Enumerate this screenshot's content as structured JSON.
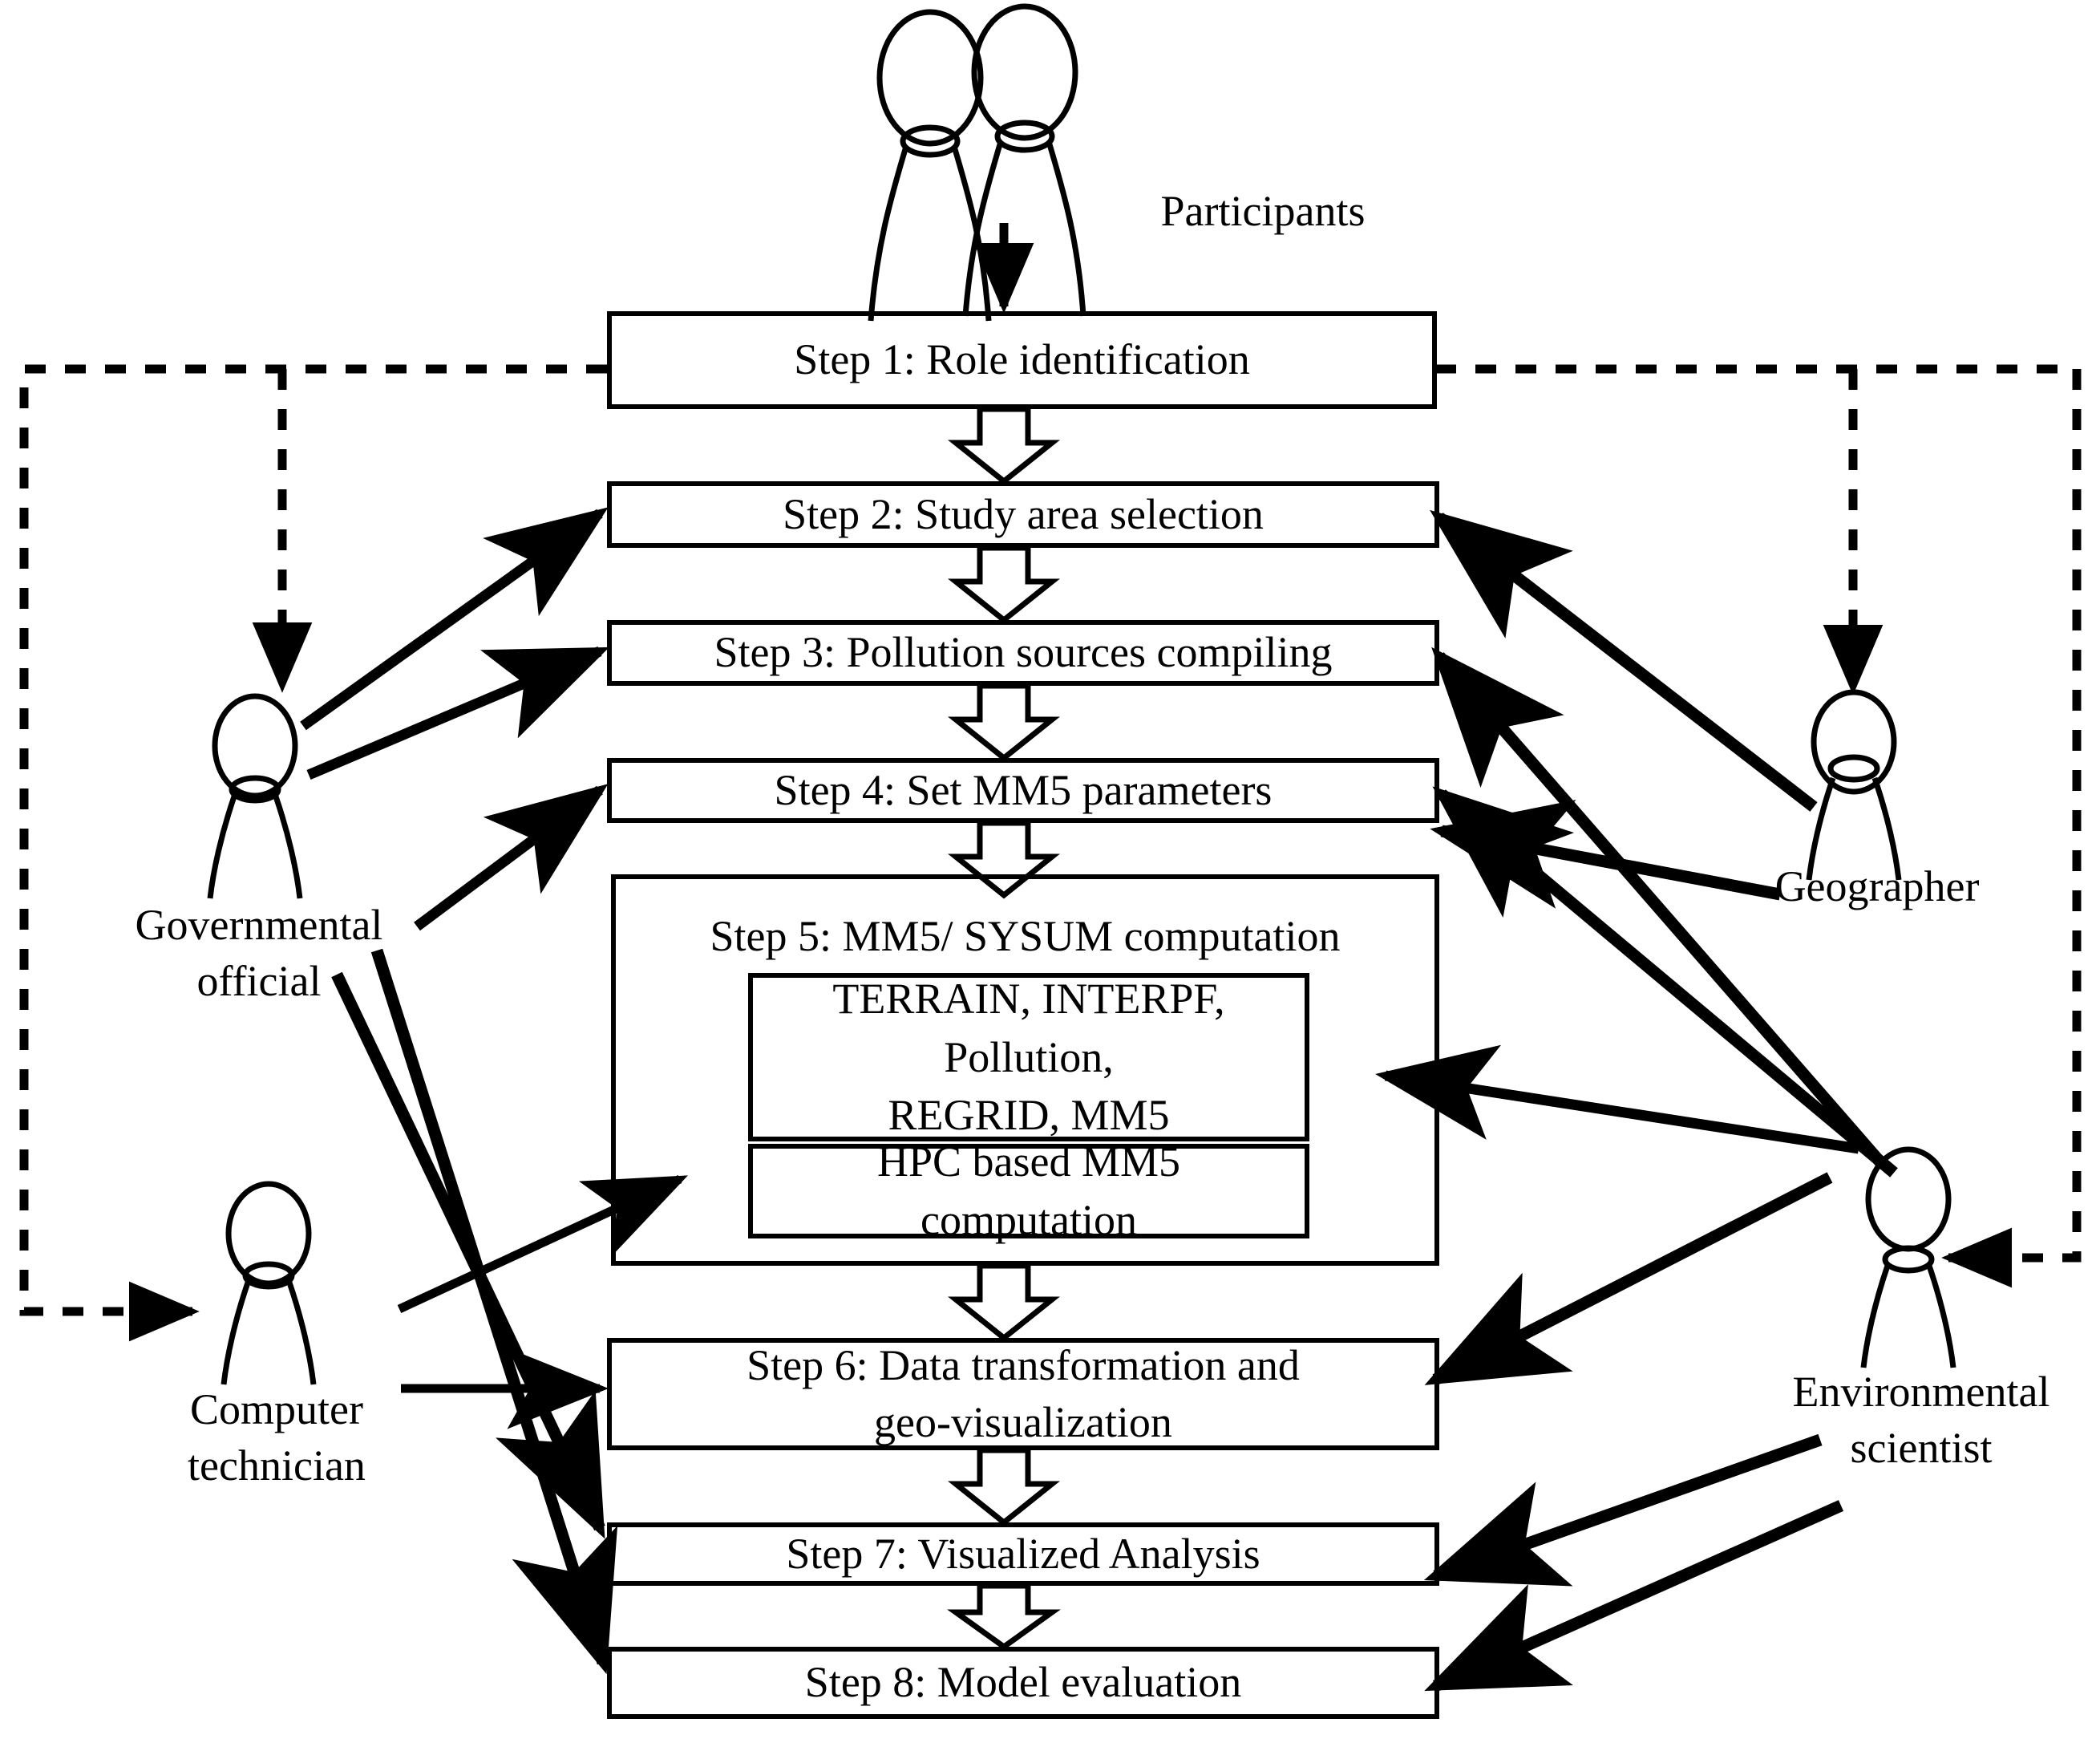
{
  "diagram": {
    "title": "Collaborative MM5/SYSUM air pollution modeling workflow",
    "stroke_color": "#000000",
    "background_color": "#ffffff"
  },
  "steps": [
    {
      "id": "step1",
      "label": "Step 1: Role identification"
    },
    {
      "id": "step2",
      "label": "Step 2: Study area selection"
    },
    {
      "id": "step3",
      "label": "Step 3: Pollution sources compiling"
    },
    {
      "id": "step4",
      "label": "Step 4: Set MM5 parameters"
    },
    {
      "id": "step5",
      "label": "Step 5: MM5/ SYSUM computation"
    },
    {
      "id": "step6",
      "label": "Step 6: Data transformation and geo-visualization"
    },
    {
      "id": "step7",
      "label": "Step 7: Visualized Analysis"
    },
    {
      "id": "step8",
      "label": "Step 8: Model evaluation"
    }
  ],
  "step6_lines": {
    "line1": "Step 6: Data transformation and",
    "line2": "geo-visualization"
  },
  "step5_inner": [
    {
      "id": "modules",
      "line1": "TERRAIN, INTERPF, Pollution,",
      "line2": "REGRID, MM5"
    },
    {
      "id": "hpc",
      "label": "HPC based MM5 computation"
    }
  ],
  "actors": [
    {
      "id": "participants",
      "label": "Participants"
    },
    {
      "id": "governmental-official",
      "label": "Governmental\nofficial"
    },
    {
      "id": "computer-technician",
      "label": "Computer\ntechnician"
    },
    {
      "id": "geographer",
      "label": "Geographer"
    },
    {
      "id": "environmental-scientist",
      "label": "Environmental\nscientist"
    }
  ],
  "connections": {
    "flow_arrows": [
      "step1-to-step2",
      "step2-to-step3",
      "step3-to-step4",
      "step4-to-step5",
      "step5-to-step6",
      "step6-to-step7",
      "step7-to-step8"
    ],
    "dashed_arrows": [
      "participants-to-step1",
      "step1-to-governmental-official",
      "step1-to-computer-technician",
      "step1-to-geographer",
      "step1-to-environmental-scientist"
    ],
    "actor_arrows": [
      "governmental-official-to-step2",
      "governmental-official-to-step3",
      "governmental-official-to-step4",
      "governmental-official-to-step7",
      "governmental-official-to-step8",
      "computer-technician-to-hpc",
      "computer-technician-to-step6",
      "geographer-to-step2",
      "geographer-to-step3",
      "environmental-scientist-to-step3",
      "environmental-scientist-to-step4",
      "environmental-scientist-to-modules",
      "environmental-scientist-to-step6",
      "environmental-scientist-to-step7",
      "environmental-scientist-to-step8"
    ]
  }
}
